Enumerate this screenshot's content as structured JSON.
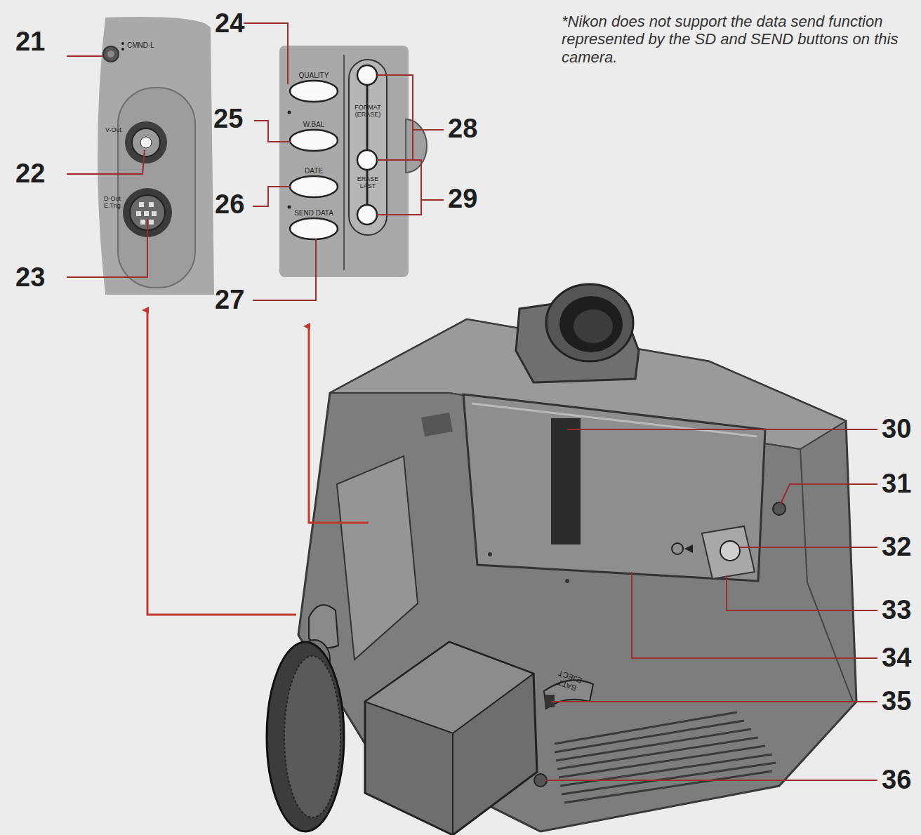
{
  "diagram": {
    "labels": [
      "21",
      "24",
      "*Nikon does not support the data send function represented by the SD and SEND buttons on this camera.",
      "25",
      "28",
      "22",
      "26",
      "29",
      "23",
      "27",
      "30",
      "31",
      "32",
      "33",
      "34",
      "35",
      "36",
      "CMND-L",
      "V-Out",
      "D-Out E.Trig",
      "QUALITY",
      "W.BAL",
      "DATE",
      "SEND DATA",
      "FORMAT (ERASE)",
      "ERASE LAST",
      "BATT EJECT"
    ]
  }
}
